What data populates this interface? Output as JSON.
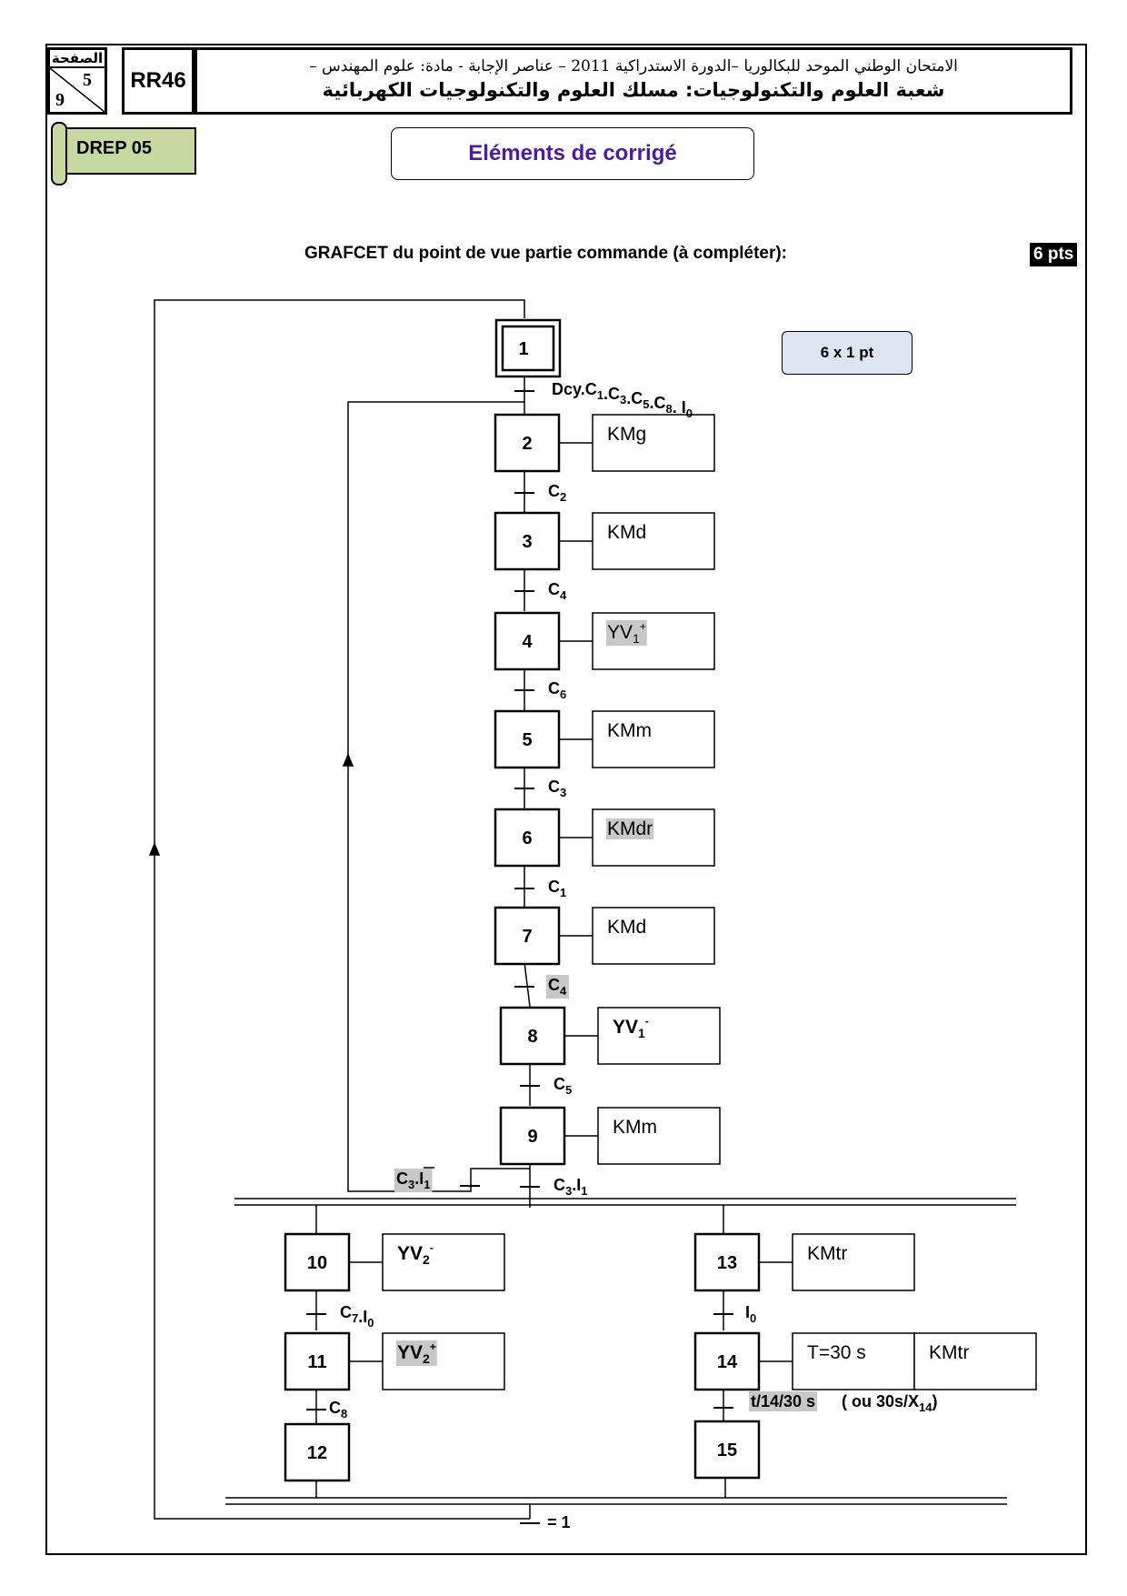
{
  "header": {
    "page_label": "الصفحة",
    "page_num": "5",
    "page_total": "9",
    "code": "RR46",
    "line1": "الامتحان الوطني الموحد للبكالوريا –الدورة الاستدراكية 2011 – عناصر الإجابة - مادة: علوم المهندس –",
    "line2": "شعبة العلوم والتكنولوجيات: مسلك العلوم والتكنولوجيات الكهربائية"
  },
  "drep": "DREP 05",
  "corrige_title": "Eléments de corrigé",
  "subtitle": "GRAFCET  du point de vue partie commande (à compléter):",
  "points": "6 pts",
  "points_note": "6 x 1 pt",
  "grafcet": {
    "steps": [
      {
        "id": "1",
        "action": "",
        "initial": true
      },
      {
        "id": "2",
        "action": "KMg"
      },
      {
        "id": "3",
        "action": "KMd"
      },
      {
        "id": "4",
        "action": "YV",
        "sub": "1",
        "sup": "+",
        "highlight": true
      },
      {
        "id": "5",
        "action": "KMm"
      },
      {
        "id": "6",
        "action": "KMdr",
        "highlight": true
      },
      {
        "id": "7",
        "action": "KMd"
      },
      {
        "id": "8",
        "action": "YV",
        "sub": "1",
        "sup": "-",
        "bold": true
      },
      {
        "id": "9",
        "action": "KMm"
      },
      {
        "id": "10",
        "action": "YV",
        "sub": "2",
        "sup": "-",
        "bold": true
      },
      {
        "id": "11",
        "action": "YV",
        "sub": "2",
        "sup": "+",
        "bold": true,
        "highlight": true
      },
      {
        "id": "12",
        "action": ""
      },
      {
        "id": "13",
        "action": "KMtr"
      },
      {
        "id": "14",
        "action": "T=30 s",
        "action2": "KMtr"
      },
      {
        "id": "15",
        "action": ""
      }
    ],
    "transitions": {
      "t1_2": "Dcy.C1.C3.C5.C8. I0",
      "t2_3": "C2",
      "t3_4": "C4",
      "t4_5": "C6",
      "t5_6": "C3",
      "t6_7": "C1",
      "t7_8": "C4",
      "t8_9": "C5",
      "t9_loop": "C3.I1 (not I1)",
      "t9_par": "C3.I1",
      "t10_11": "C7.I0",
      "t11_12": "C8",
      "t13_14": "I0",
      "t14_15": "t/14/30 s",
      "t14_15_alt": "( ou 30s/X14)",
      "t_end": "= 1"
    }
  }
}
